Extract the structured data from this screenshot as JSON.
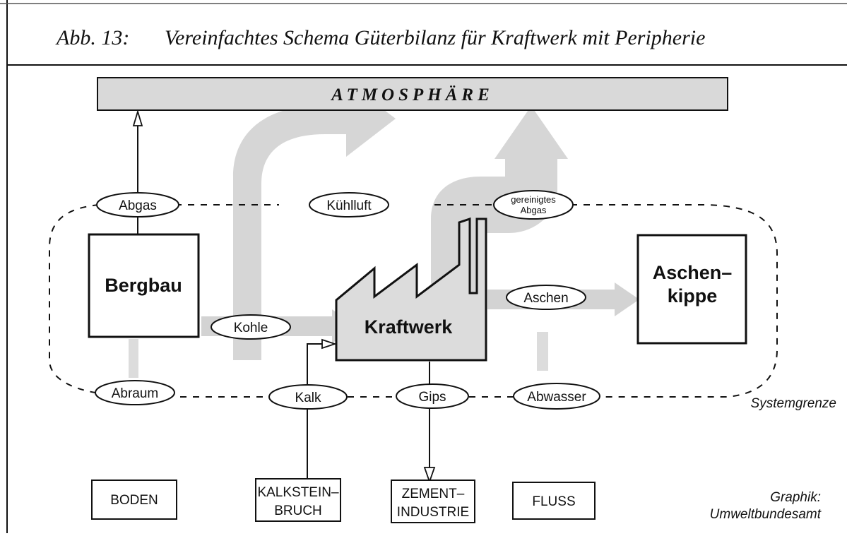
{
  "header": {
    "title_prefix": "Abb. 13:",
    "title": "Vereinfachtes Schema Güterbilanz für Kraftwerk mit Peripherie"
  },
  "atmosphere": {
    "label": "ATMOSPHÄRE"
  },
  "nodes": {
    "bergbau": "Bergbau",
    "kraftwerk": "Kraftwerk",
    "aschenkippe_line1": "Aschen–",
    "aschenkippe_line2": "kippe"
  },
  "flows": {
    "abgas": "Abgas",
    "kuehlluft": "Kühlluft",
    "gereinigtes_line1": "gereinigtes",
    "gereinigtes_line2": "Abgas",
    "kohle": "Kohle",
    "aschen": "Aschen",
    "abraum": "Abraum",
    "kalk": "Kalk",
    "gips": "Gips",
    "abwasser": "Abwasser"
  },
  "boundary": {
    "label": "Systemgrenze"
  },
  "external": {
    "boden": "BODEN",
    "kalkstein_line1": "KALKSTEIN–",
    "kalkstein_line2": "BRUCH",
    "zement_line1": "ZEMENT–",
    "zement_line2": "INDUSTRIE",
    "fluss": "FLUSS"
  },
  "credit": {
    "line1": "Graphik:",
    "line2": "Umweltbundesamt"
  },
  "colors": {
    "band_fill": "#d9d9d9",
    "arrow_shade": "#d3d3d3",
    "factory_fill": "#dcdcdc",
    "line": "#111111"
  }
}
